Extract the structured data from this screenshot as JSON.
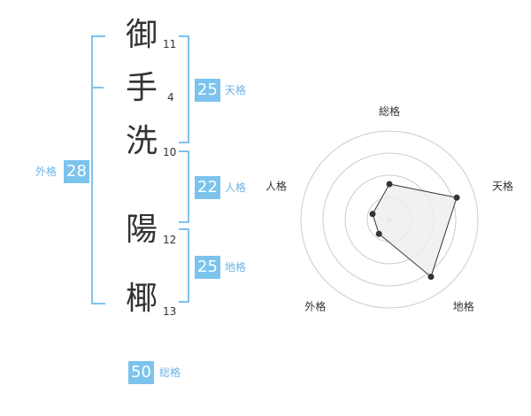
{
  "name": {
    "chars": [
      {
        "char": "御",
        "strokes": "11"
      },
      {
        "char": "手",
        "strokes": "4"
      },
      {
        "char": "洗",
        "strokes": "10"
      },
      {
        "char": "陽",
        "strokes": "12"
      },
      {
        "char": "椰",
        "strokes": "13"
      }
    ]
  },
  "fortune": {
    "tenkaku": {
      "value": "25",
      "label": "天格"
    },
    "jinkaku": {
      "value": "22",
      "label": "人格"
    },
    "chikaku": {
      "value": "25",
      "label": "地格"
    },
    "gaikaku": {
      "value": "28",
      "label": "外格"
    },
    "soukaku": {
      "value": "50",
      "label": "総格"
    }
  },
  "colors": {
    "accent": "#7cc3ee",
    "label": "#6ab4e4",
    "ring": "#cccccc",
    "fill": "#eeeeee"
  },
  "chart_data": {
    "type": "radar",
    "axes": [
      "総格",
      "天格",
      "地格",
      "外格",
      "人格"
    ],
    "values": [
      2,
      4,
      4,
      1,
      1
    ],
    "max": 5,
    "rings": 4
  }
}
